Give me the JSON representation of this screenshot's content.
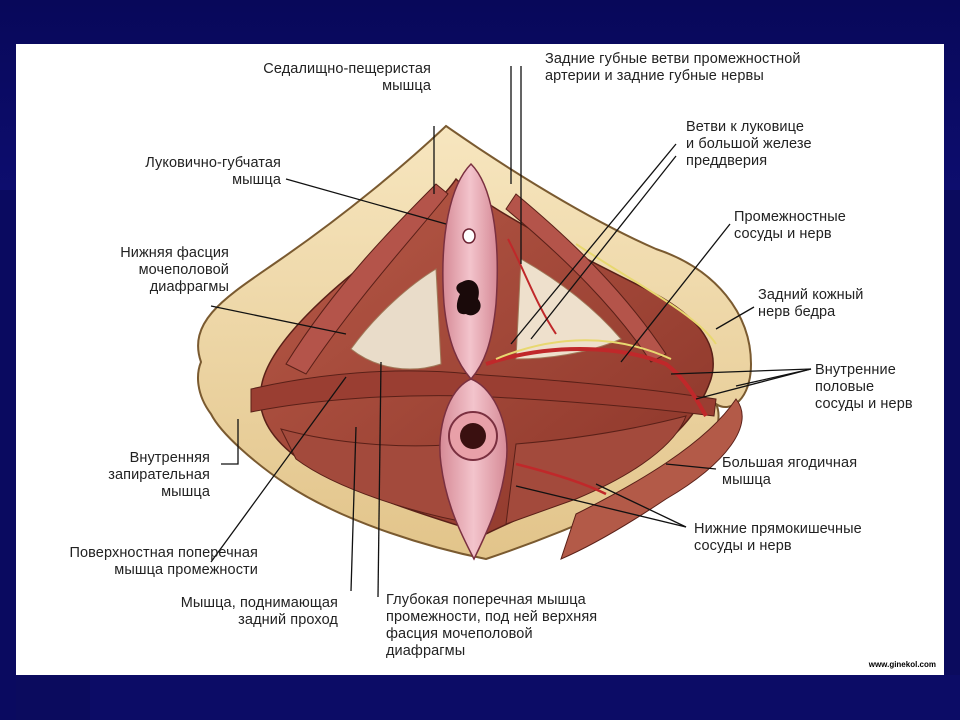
{
  "labels": {
    "sedalishchno": "Седалищно-пещеристая\nмышца",
    "lukovichno": "Луковично-губчатая\nмышца",
    "nizhnyaya_fasciya": "Нижняя фасция\nмочеполовой\nдиафрагмы",
    "vnutrennyaya_zapiratelnaya": "Внутренняя\nзапирательная\nмышца",
    "poverkhnostnaya": "Поверхностная поперечная\nмышца промежности",
    "myshca_podnimayushchaya": "Мышца, поднимающая\nзадний проход",
    "glubokaya": "Глубокая поперечная мышца\nпромежности, под ней верхняя\nфасция мочеполовой\nдиафрагмы",
    "zadnie_gubnye": "Задние губные ветви промежностной\nартерии и задние губные нервы",
    "vetvi_k_lukovice": "Ветви к луковице\nи  большой железе\nпреддверия",
    "promezhnostnye": "Промежностные\nсосуды и нерв",
    "zadniy_kozhnyy": "Задний кожный\nнерв бедра",
    "vnutrennie_polovye": "Внутренние\nполовые\nсосуды и нерв",
    "bolshaya_yagodichnaya": "Большая ягодичная\nмышца",
    "nizhnie_pryamokishechnye": "Нижние прямокишечные\nсосуды и нерв"
  },
  "watermark": "www.ginekol.com",
  "colors": {
    "background": "#0b0b5e",
    "panel": "#ffffff",
    "skin": "#f1d9a4",
    "muscle": "#a8473a",
    "mucosa": "#e8a8b4",
    "artery": "#c0282a",
    "nerve": "#e8d870"
  }
}
